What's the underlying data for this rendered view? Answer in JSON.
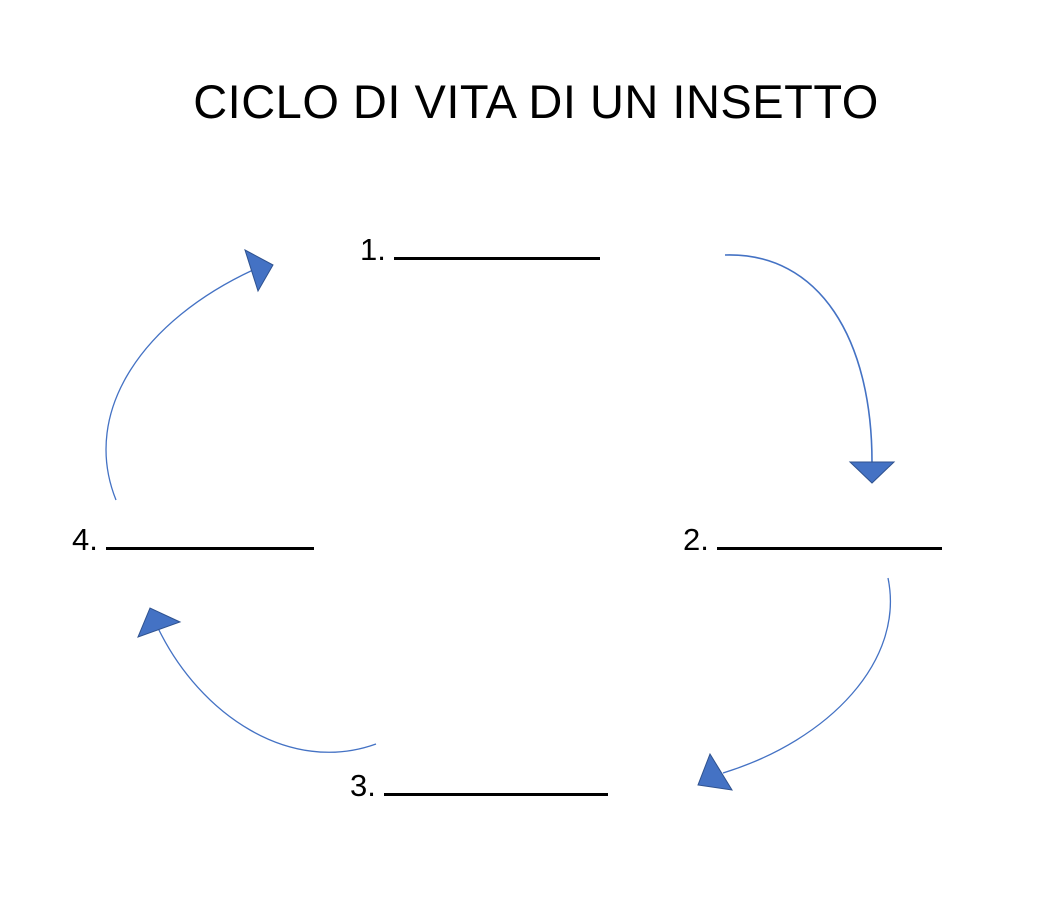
{
  "title": "CICLO DI VITA DI UN INSETTO",
  "steps": [
    {
      "number": "1."
    },
    {
      "number": "2."
    },
    {
      "number": "3."
    },
    {
      "number": "4."
    }
  ],
  "colors": {
    "arrow": "#4472C4",
    "text": "#000000"
  }
}
